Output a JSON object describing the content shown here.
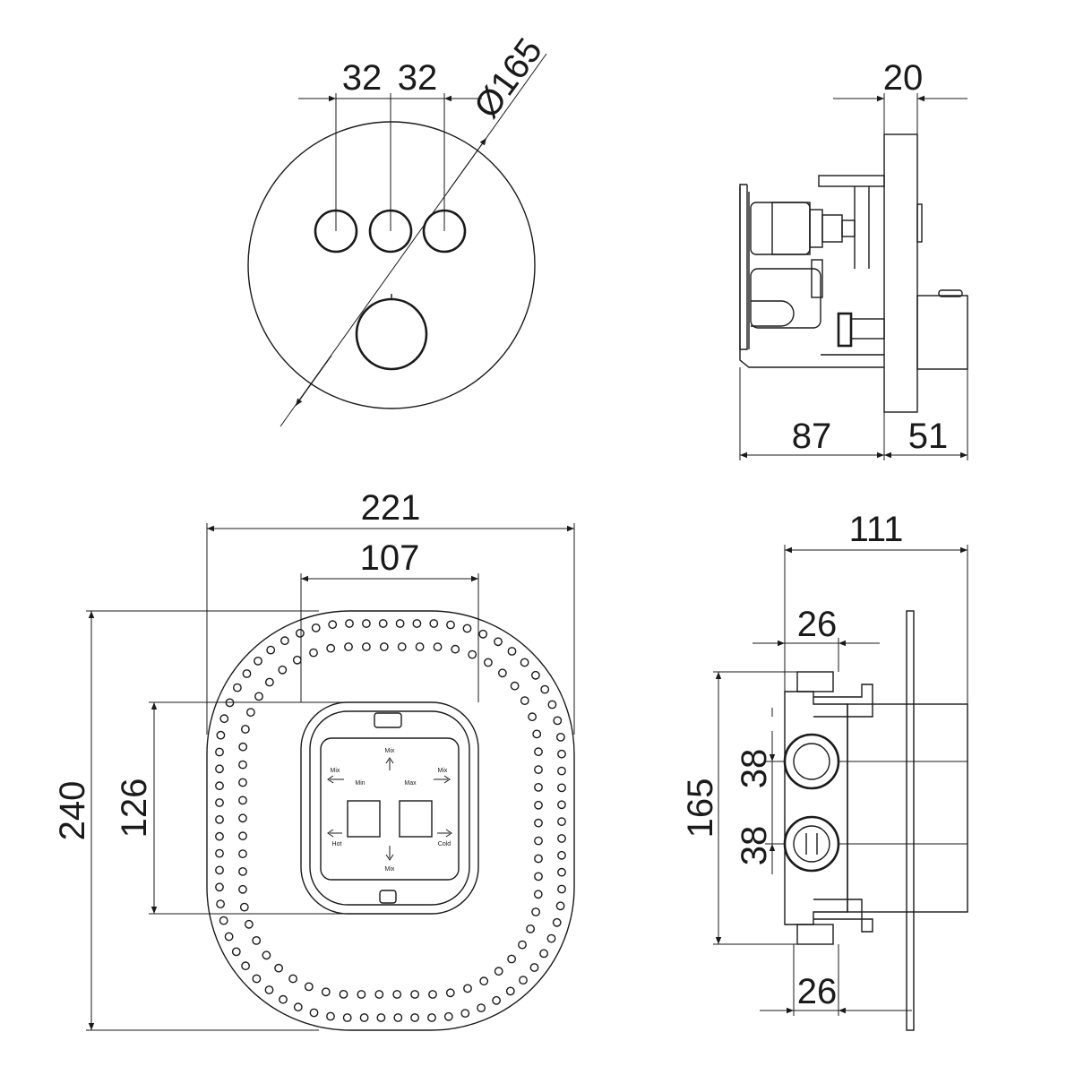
{
  "dimensions": {
    "btn_spacing_1": "32",
    "btn_spacing_2": "32",
    "faceplate_diameter": "Ø165",
    "side_thickness": "20",
    "side_depth": "87",
    "side_projection": "51",
    "box_width": "221",
    "box_inner_width": "107",
    "box_height": "240",
    "box_inner_height": "126",
    "body_depth": "111",
    "body_top": "26",
    "body_bottom": "26",
    "body_height": "165",
    "port_spacing_upper": "38",
    "port_spacing_lower": "38"
  },
  "labels": {
    "mix_top": "Mix",
    "mix_left": "Mix",
    "mix_right": "Mix",
    "mix_bottom": "Mix",
    "hot": "Hot",
    "cold": "Cold",
    "min": "Min",
    "max": "Max"
  }
}
